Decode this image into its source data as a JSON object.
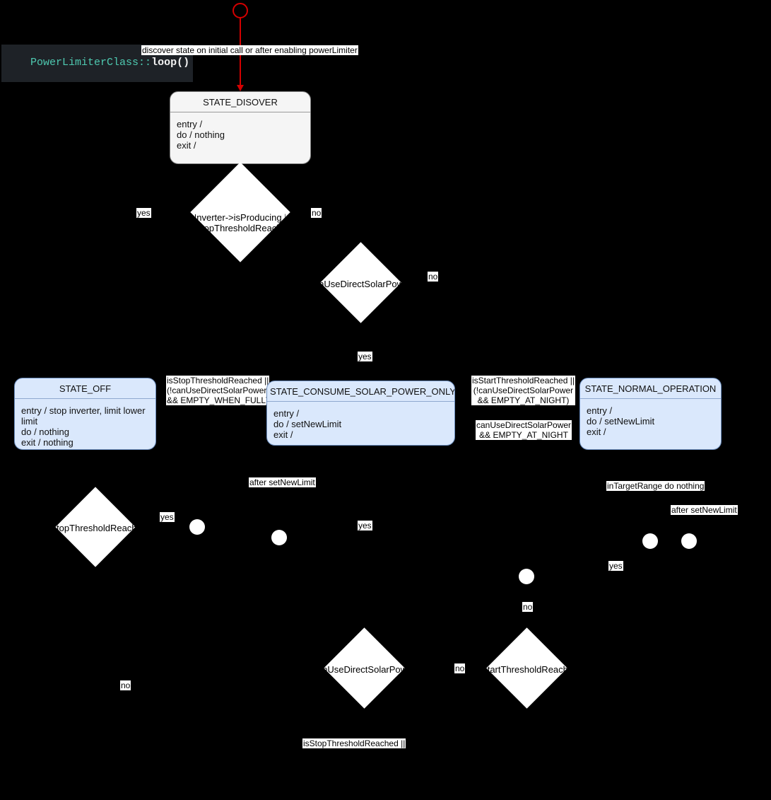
{
  "diagram": {
    "title": {
      "ident": "PowerLimiterClass",
      "op": "::",
      "fn": "loop()"
    },
    "start_label": "discover state on initial call or after enabling powerLimiter"
  },
  "states": [
    {
      "name": "STATE_DISOVER",
      "body": "entry /\ndo / nothing\nexit /",
      "style": "gray"
    },
    {
      "name": "STATE_OFF",
      "body": "entry / stop inverter, limit lower limit\ndo / nothing\nexit / nothing",
      "style": "blue"
    },
    {
      "name": "STATE_CONSUME_SOLAR_POWER_ONLY",
      "body": "entry /\ndo / setNewLimit\nexit /",
      "style": "blue"
    },
    {
      "name": "STATE_NORMAL_OPERATION",
      "body": "entry /\ndo / setNewLimit\nexit /",
      "style": "blue"
    }
  ],
  "decisions": [
    {
      "id": "d1",
      "line1": "!Inverter->isProducing ||",
      "line2": "isStopThresholdReached"
    },
    {
      "id": "d2",
      "line1": "canUseDirectSolarPower",
      "line2": ""
    },
    {
      "id": "d3",
      "line1": "isStopThresholdReached",
      "line2": ""
    },
    {
      "id": "d4",
      "line1": "canUseDirectSolarPower",
      "line2": ""
    },
    {
      "id": "d5",
      "line1": "isStartThresholdReached",
      "line2": ""
    }
  ],
  "edge_labels": {
    "yes_d1": "yes",
    "no_d1": "no",
    "no_d2": "no",
    "yes_d2": "yes",
    "guard_off_to_solar": "isStopThresholdReached ||\n(!canUseDirectSolarPower\n&& EMPTY_WHEN_FULL)",
    "guard_start_threshold": "isStartThresholdReached ||\n(!canUseDirectSolarPower\n&& EMPTY_AT_NIGHT)",
    "guard_solar_night": "canUseDirectSolarPower\n&& EMPTY_AT_NIGHT",
    "after_set_new_limit_left": "after setNewLimit",
    "after_set_new_limit_right": "after setNewLimit",
    "in_target_range": "inTargetRange do nothing",
    "yes_d3": "yes",
    "yes_mid": "yes",
    "yes_right": "yes",
    "no_right": "no",
    "no_d5": "no",
    "no_bottom_left": "no",
    "guard_stop_threshold_bottom": "isStopThresholdReached ||"
  }
}
